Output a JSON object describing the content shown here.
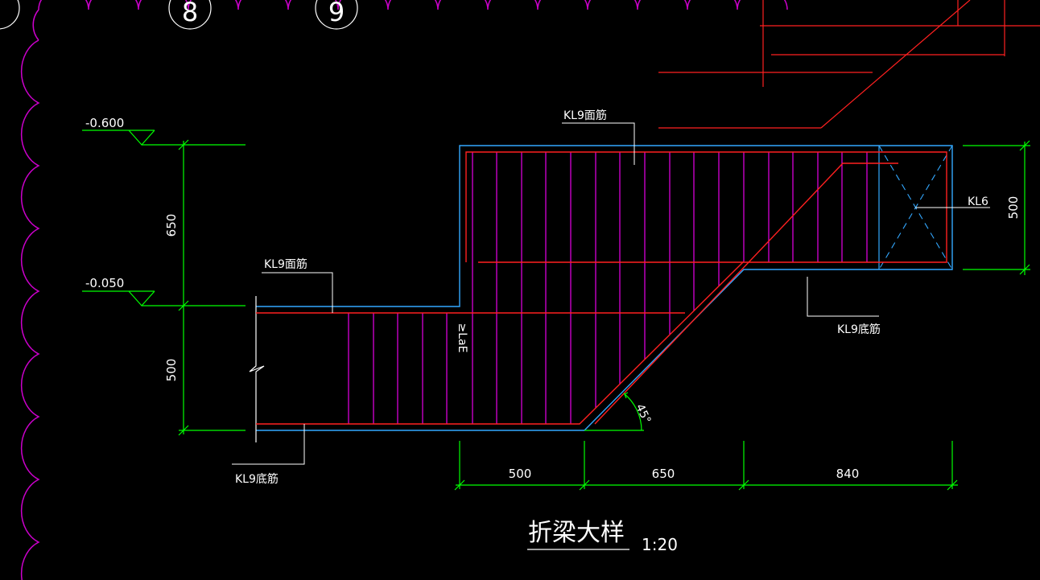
{
  "drawing": {
    "title": "折梁大样",
    "scale": "1:20",
    "grid_bubbles": [
      "8",
      "9"
    ],
    "elevations": [
      "-0.600",
      "-0.050"
    ],
    "dims_vertical": [
      "650",
      "500"
    ],
    "dims_horizontal": [
      "500",
      "650",
      "840"
    ],
    "dim_right": "500",
    "angle": "45°",
    "anchorage_label": "≥LaE",
    "labels": {
      "top_bar_upper": "KL9面筋",
      "top_bar_lower": "KL9面筋",
      "bottom_bar_right": "KL9底筋",
      "bottom_bar_left": "KL9底筋",
      "beam_kl6": "KL6"
    }
  },
  "colors": {
    "background": "#000000",
    "dimension": "#00ff00",
    "rebar": "#ff2020",
    "stirrup": "#ff00ff",
    "concrete_outline": "#33a8ff",
    "text": "#ffffff",
    "revision_cloud": "#cc00cc"
  }
}
